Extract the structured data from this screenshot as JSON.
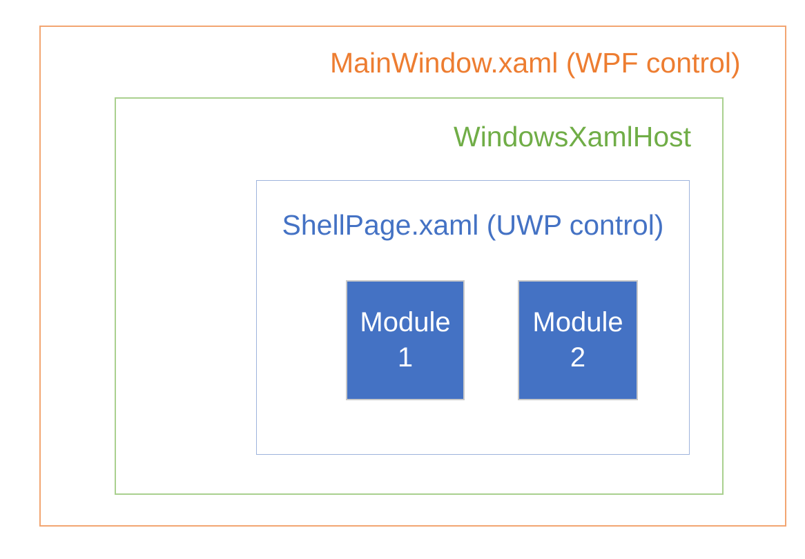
{
  "diagram": {
    "outer_box": {
      "label": "MainWindow.xaml (WPF control)",
      "text_color": "#ED7D31",
      "border_color": "#F2A571"
    },
    "host_box": {
      "label": "WindowsXamlHost",
      "text_color": "#70AD47",
      "border_color": "#A9D08E"
    },
    "shell_box": {
      "label": "ShellPage.xaml (UWP control)",
      "text_color": "#4472C4",
      "border_color": "#9DB3DC"
    },
    "modules": [
      {
        "line1": "Module",
        "line2": "1",
        "fill_color": "#4472C4",
        "text_color": "#FFFFFF"
      },
      {
        "line1": "Module",
        "line2": "2",
        "fill_color": "#4472C4",
        "text_color": "#FFFFFF"
      }
    ],
    "background_color": "#FFFFFF"
  }
}
